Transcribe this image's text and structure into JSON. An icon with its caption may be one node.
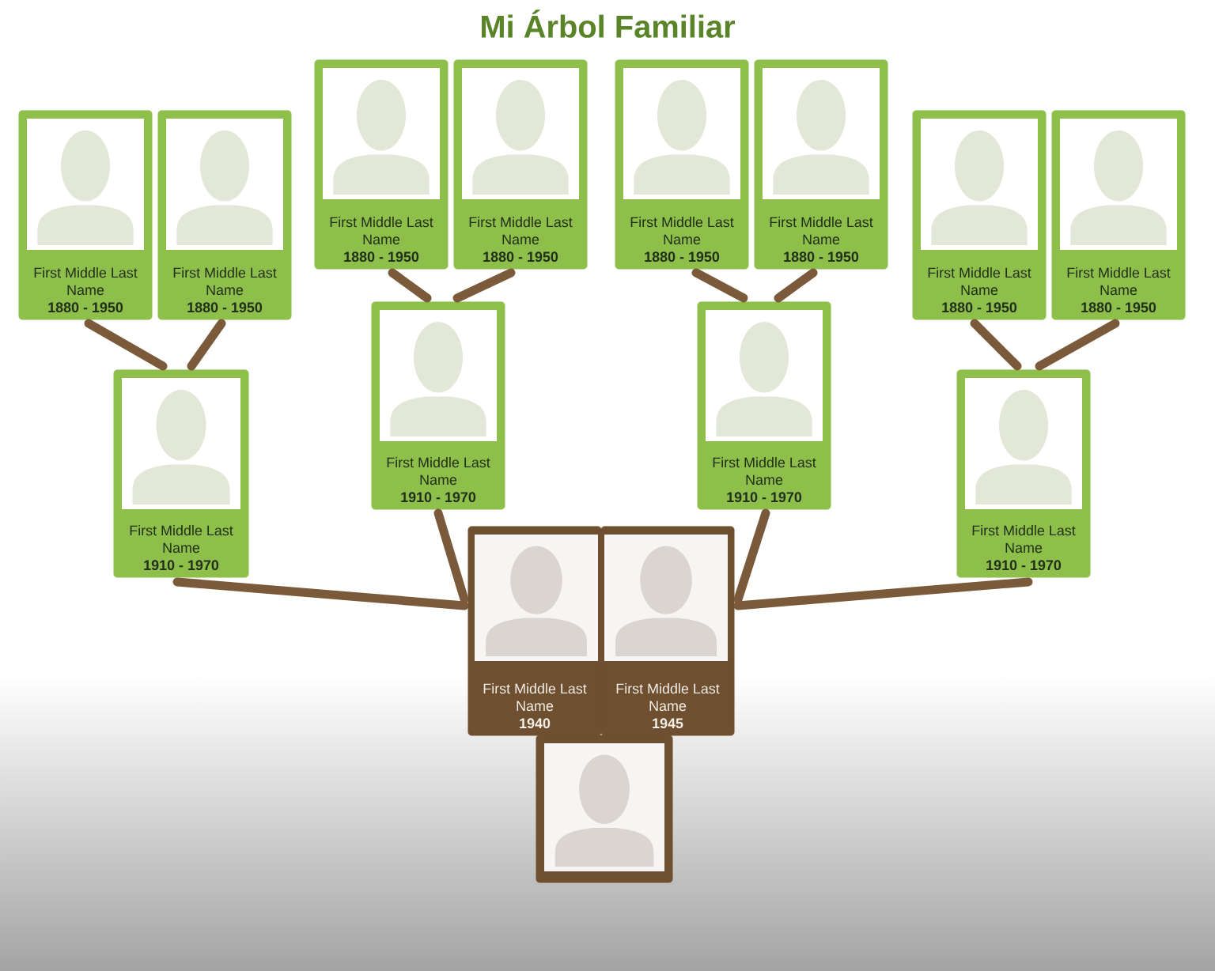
{
  "diagram": {
    "title": "Mi Árbol Familiar",
    "nodes": [
      {
        "text": [
          "First Middle Last Name",
          "1880 - 1950"
        ]
      },
      {
        "text": [
          "First Middle Last Name",
          "1880 - 1950"
        ]
      },
      {
        "text": [
          "First Middle Last Name",
          "1880 - 1950"
        ]
      },
      {
        "text": [
          "First Middle Last Name",
          "1880 - 1950"
        ]
      },
      {
        "text": [
          "First Middle Last Name",
          "1880 - 1950"
        ]
      },
      {
        "text": [
          "First Middle Last Name",
          "1880 - 1950"
        ]
      },
      {
        "text": [
          "First Middle Last Name",
          "1880 - 1950"
        ]
      },
      {
        "text": [
          "First Middle Last Name",
          "1880 - 1950"
        ]
      },
      {
        "text": [
          "First Middle Last Name",
          "1910 - 1970"
        ]
      },
      {
        "text": [
          "First Middle Last Name",
          "1910 - 1970"
        ]
      },
      {
        "text": [
          "First Middle Last Name",
          "1910 - 1970"
        ]
      },
      {
        "text": [
          "First Middle Last Name",
          "1910 - 1970"
        ]
      },
      {
        "text": [
          "First Middle Last Name",
          "1940"
        ]
      },
      {
        "text": [
          "First Middle Last Name",
          "1945"
        ]
      },
      {
        "text": [],
        "shape": "box"
      }
    ],
    "edges": [
      {
        "from": 0,
        "to": 8,
        "arrow": "none"
      },
      {
        "from": 1,
        "to": 8,
        "arrow": "none"
      },
      {
        "from": 2,
        "to": 9,
        "arrow": "none"
      },
      {
        "from": 3,
        "to": 9,
        "arrow": "none"
      },
      {
        "from": 4,
        "to": 10,
        "arrow": "none"
      },
      {
        "from": 5,
        "to": 10,
        "arrow": "none"
      },
      {
        "from": 6,
        "to": 11,
        "arrow": "none"
      },
      {
        "from": 7,
        "to": 11,
        "arrow": "none"
      },
      {
        "from": 8,
        "to": 12,
        "arrow": "none"
      },
      {
        "from": 9,
        "to": 12,
        "arrow": "none"
      },
      {
        "from": 10,
        "to": 13,
        "arrow": "none"
      },
      {
        "from": 11,
        "to": 13,
        "arrow": "none"
      }
    ]
  }
}
